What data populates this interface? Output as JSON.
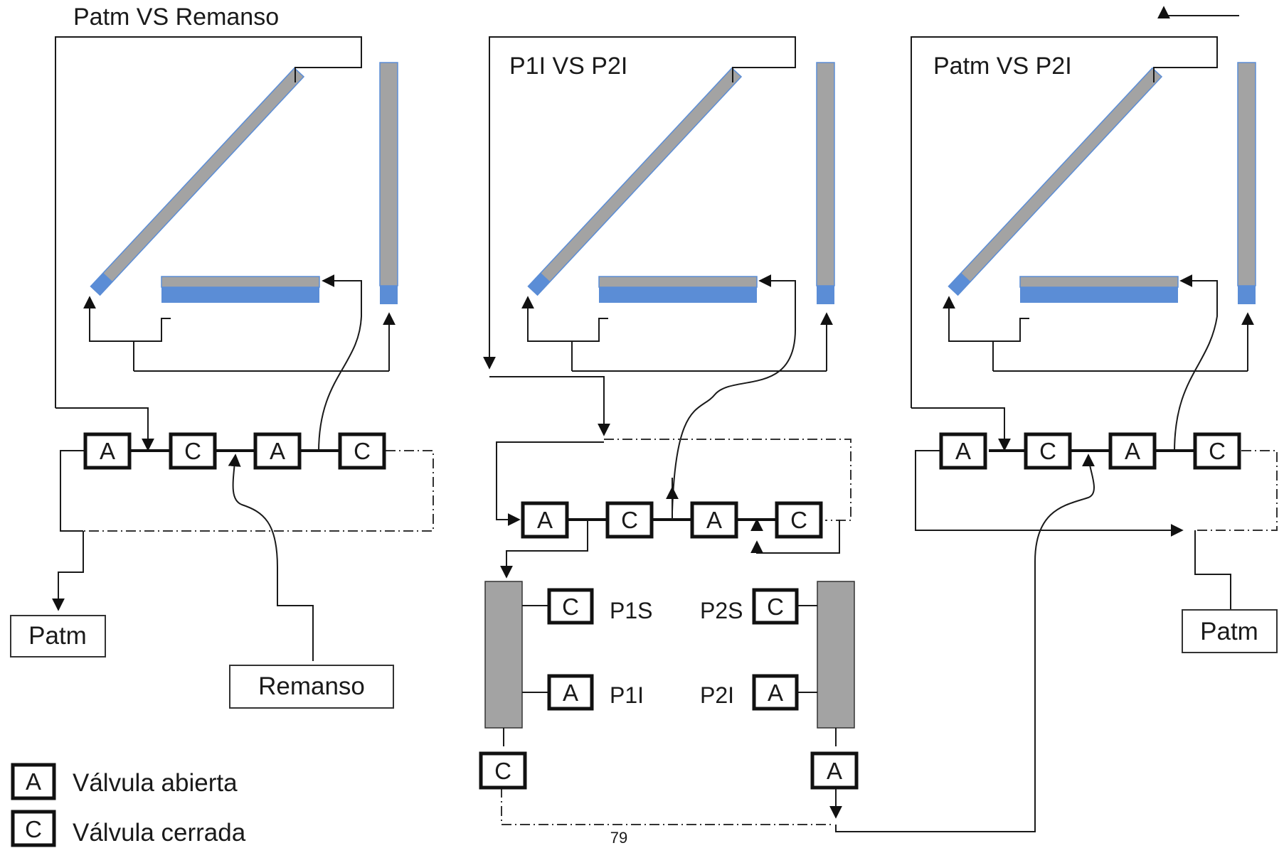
{
  "panels": {
    "left": {
      "title": "Patm VS Remanso",
      "valves": [
        "A",
        "C",
        "A",
        "C"
      ],
      "source_box": "Remanso",
      "vent_box": "Patm"
    },
    "middle": {
      "title": "P1I VS P2I",
      "valves": [
        "A",
        "C",
        "A",
        "C"
      ],
      "left_column": {
        "top_valve": "C",
        "top_label": "P1S",
        "bottom_valve": "A",
        "bottom_label": "P1I",
        "drain_valve": "C"
      },
      "right_column": {
        "top_valve": "C",
        "top_label": "P2S",
        "bottom_valve": "A",
        "bottom_label": "P2I",
        "drain_valve": "A"
      }
    },
    "right": {
      "title": "Patm VS P2I",
      "valves": [
        "A",
        "C",
        "A",
        "C"
      ],
      "vent_box": "Patm"
    }
  },
  "legend": [
    {
      "symbol": "A",
      "text": "Válvula abierta"
    },
    {
      "symbol": "C",
      "text": "Válvula cerrada"
    }
  ],
  "page_number": "79",
  "colors": {
    "line": "#1a1a1a",
    "tube_gray": "#a3a3a3",
    "liquid_blue": "#5b8dd6"
  }
}
